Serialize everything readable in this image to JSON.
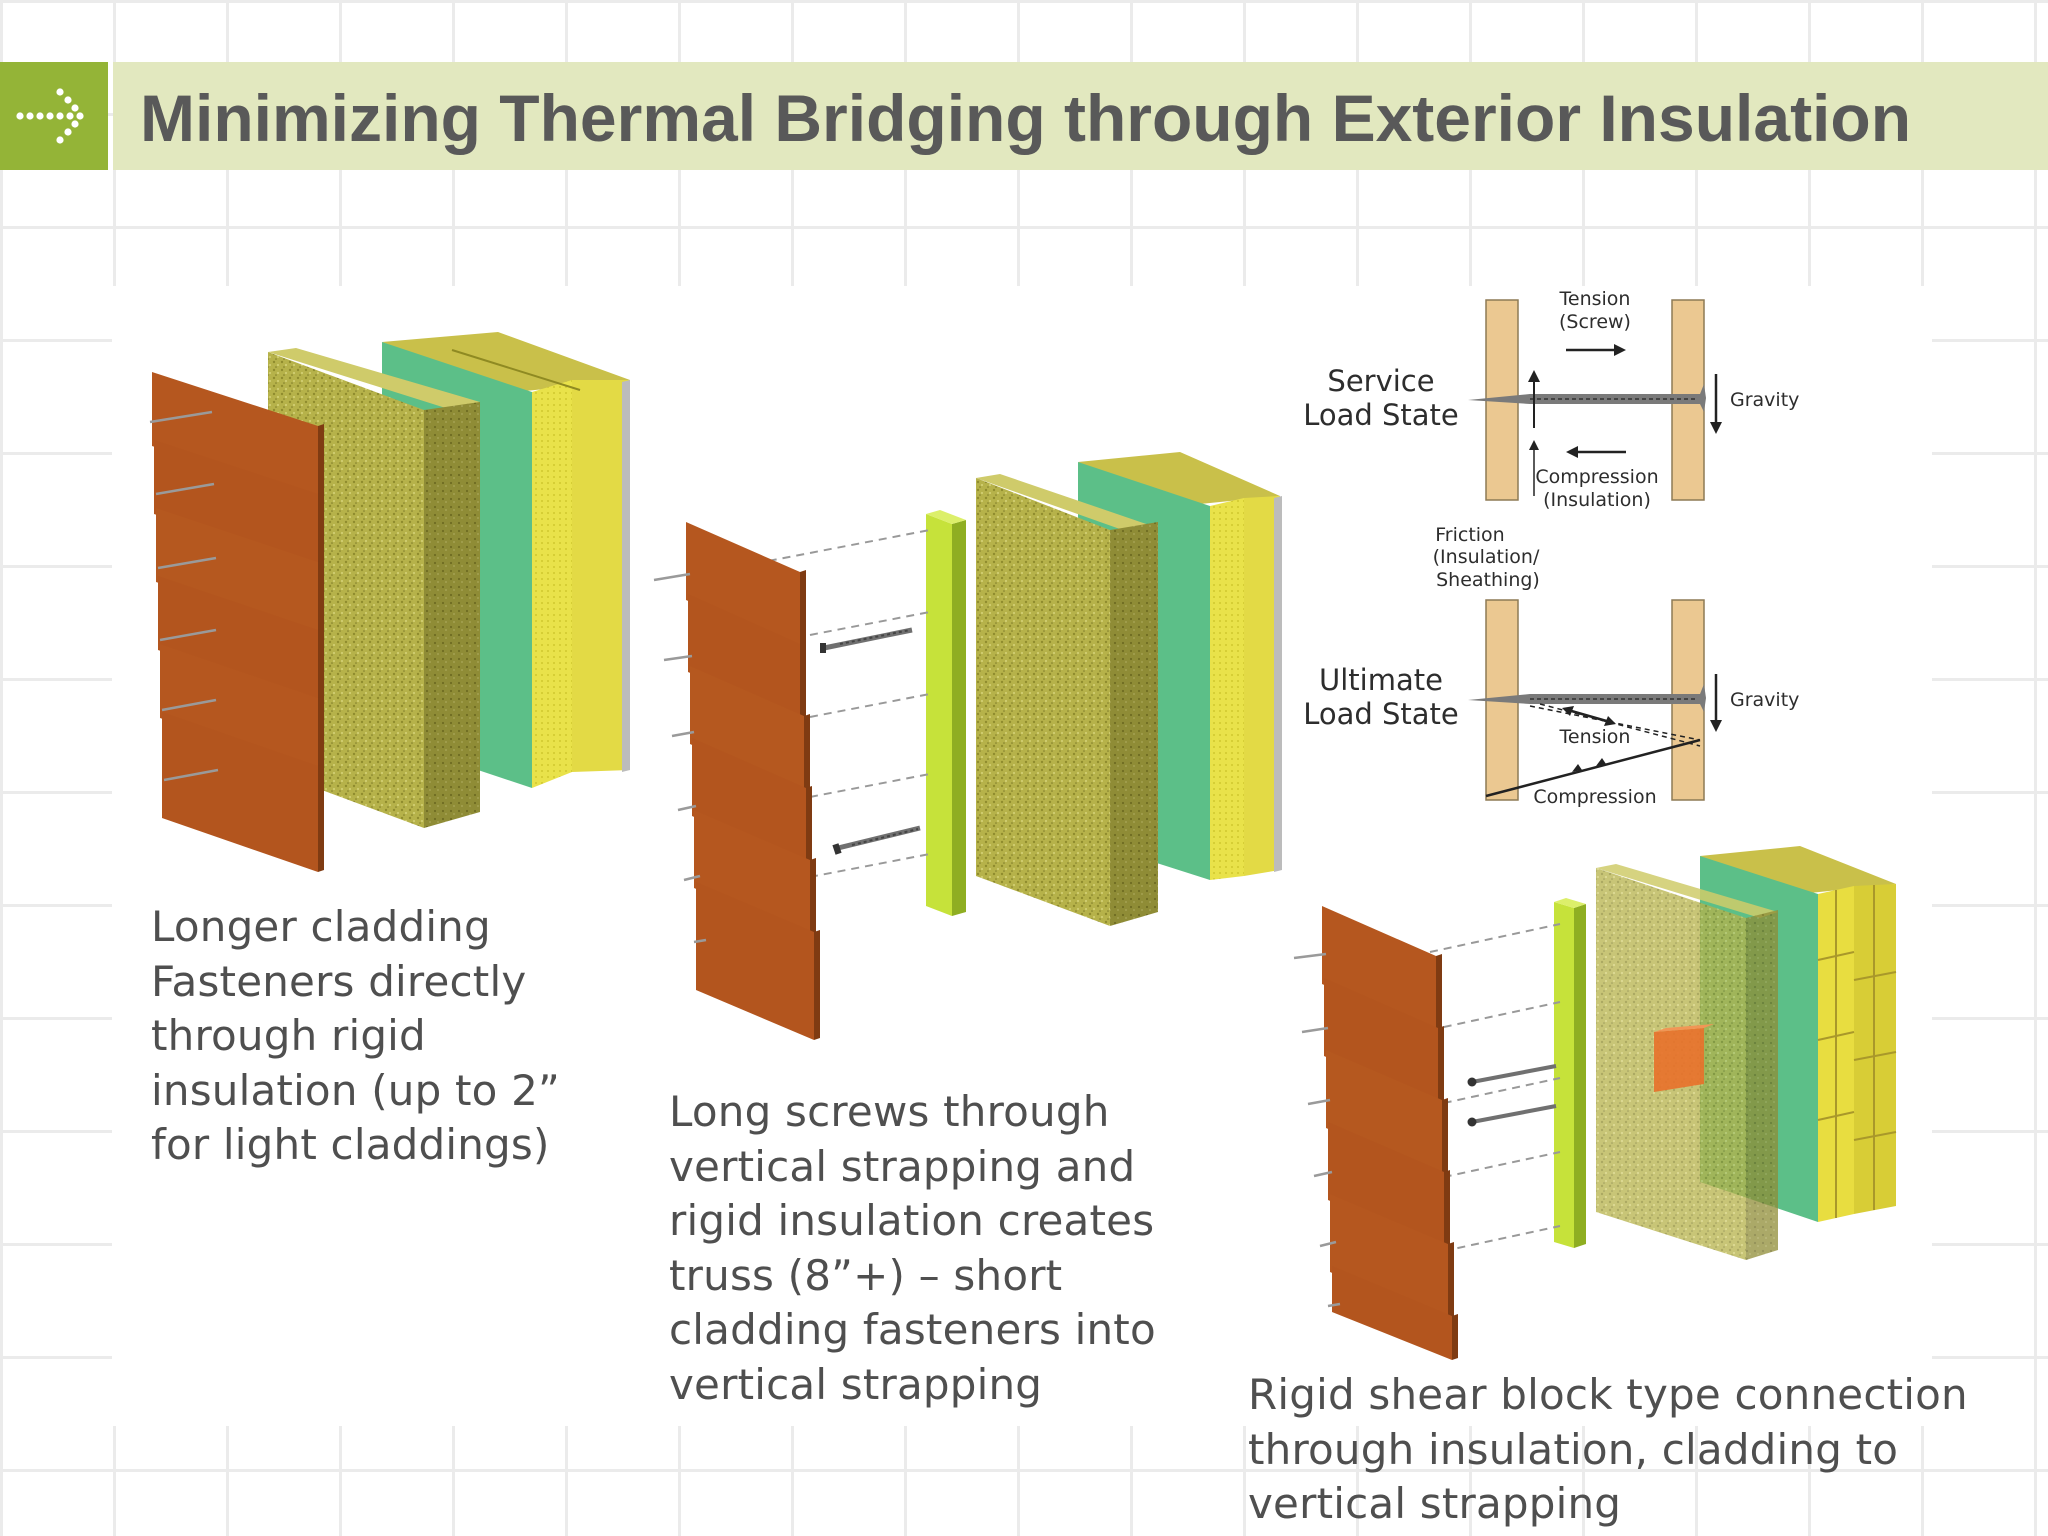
{
  "header": {
    "title": "Minimizing Thermal Bridging through Exterior Insulation"
  },
  "captions": {
    "left": "Longer cladding Fasteners directly through rigid insulation (up to 2” for light claddings)",
    "middle": "Long screws through vertical strapping and rigid insulation creates truss (8”+) – short cladding fasteners into vertical strapping",
    "right": "Rigid shear block type connection through insulation, cladding to vertical strapping"
  },
  "load_diagram": {
    "service_label_1": "Service",
    "service_label_2": "Load State",
    "ultimate_label_1": "Ultimate",
    "ultimate_label_2": "Load State",
    "tension_screw_1": "Tension",
    "tension_screw_2": "(Screw)",
    "gravity": "Gravity",
    "compression_1": "Compression",
    "compression_2": "(Insulation)",
    "friction_1": "Friction",
    "friction_2": "(Insulation/",
    "friction_3": "Sheathing)",
    "tension": "Tension",
    "compression": "Compression"
  },
  "colors": {
    "accent_green": "#94b437",
    "title_band": "#e2e8bf",
    "cladding": "#b5571f",
    "insulation": "#b6b24a",
    "sheathing": "#5cbf88",
    "stud": "#e5d54a",
    "strapping": "#bfdc3a",
    "wood_post": "#ebc891",
    "shear_block": "#e8702a"
  },
  "icons": {
    "header_arrow": "dotted-arrow-right-icon"
  }
}
